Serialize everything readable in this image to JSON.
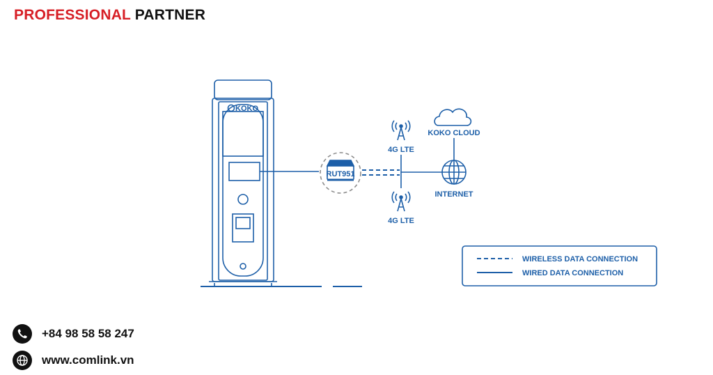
{
  "header": {
    "word1": "PROFESSIONAL",
    "word2": "PARTNER"
  },
  "diagram": {
    "charger_brand": "KOKO",
    "router_label": "RUT951",
    "tower_top_label": "4G LTE",
    "tower_bottom_label": "4G LTE",
    "cloud_label": "KOKO CLOUD",
    "internet_label": "INTERNET",
    "line_color": "#1d5fa8"
  },
  "legend": {
    "wireless": "WIRELESS DATA CONNECTION",
    "wired": "WIRED DATA CONNECTION"
  },
  "contact": {
    "phone": "+84 98 58 58 247",
    "website": "www.comlink.vn"
  }
}
